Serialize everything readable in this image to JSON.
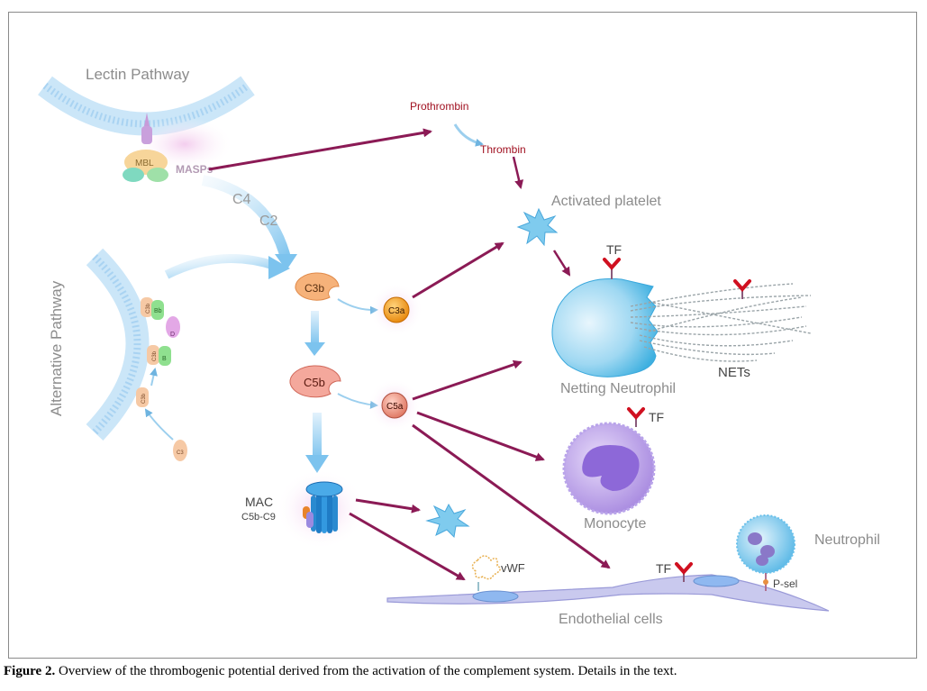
{
  "labels": {
    "lectin_pathway": "Lectin Pathway",
    "alternative_pathway": "Alternative Pathway",
    "mbl": "MBL",
    "masps": "MASPs",
    "c4": "C4",
    "c2": "C2",
    "prothrombin": "Prothrombin",
    "thrombin": "Thrombin",
    "activated_platelet": "Activated platelet",
    "tf_neutrophil": "TF",
    "tf_monocyte": "TF",
    "tf_endothelial": "TF",
    "c3b": "C3b",
    "c3a": "C3a",
    "c5b": "C5b",
    "c5a": "C5a",
    "mac": "MAC",
    "mac_sub": "C5b-C9",
    "netting_neutrophil": "Netting Neutrophil",
    "nets": "NETs",
    "monocyte": "Monocyte",
    "neutrophil": "Neutrophil",
    "vwf": "vWF",
    "psel": "P-sel",
    "endothelial_cells": "Endothelial cells",
    "alt_c3b_1": "C3b",
    "alt_bb": "Bb",
    "alt_d": "D",
    "alt_c3b_2": "C3b",
    "alt_b": "B",
    "alt_c3b_3": "C3b",
    "alt_c3": "C3"
  },
  "caption": {
    "label": "Figure 2.",
    "text": " Overview of the thrombogenic potential derived from the activation of the complement system. Details in the text."
  },
  "colors": {
    "arrow": "#8b1a55",
    "membrane": "#a9d3f2",
    "gray_text": "#8c8c8c",
    "thrombin_text": "#a01020"
  }
}
